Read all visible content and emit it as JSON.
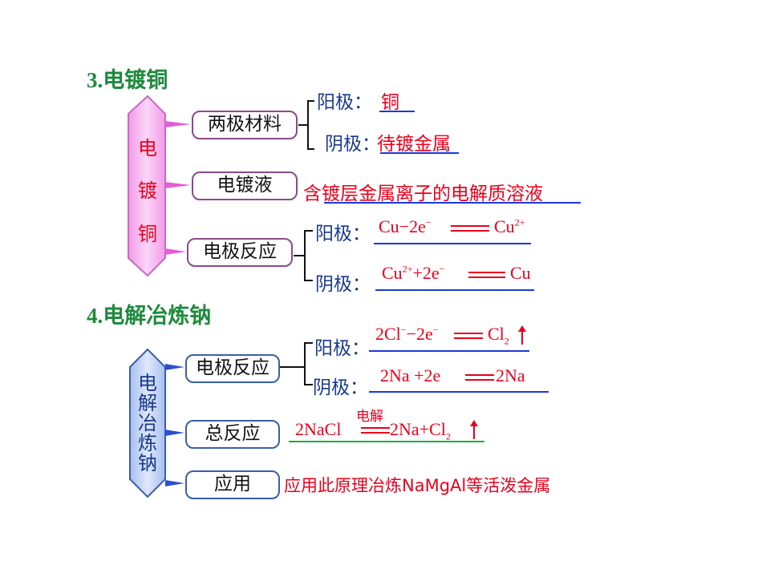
{
  "section3": {
    "heading_num": "3.",
    "heading_text": "电镀铜",
    "vertical": [
      "电",
      "镀",
      "铜"
    ],
    "materials": {
      "box": "两极材料",
      "anode_label": "阳极：",
      "anode_value": "铜",
      "cathode_label": "阴极：",
      "cathode_value": "待镀金属"
    },
    "solution": {
      "box": "电镀液",
      "value": "含镀层金属离子的电解质溶液"
    },
    "reaction": {
      "box": "电极反应",
      "anode_label": "阳极：",
      "anode_lhs": "Cu−2e",
      "anode_lhs_sup": "−",
      "anode_rhs": "Cu",
      "anode_rhs_sup": "2+",
      "cathode_label": "阴极：",
      "cathode_lhs": "Cu",
      "cathode_lhs_sup": "2+",
      "cathode_lhs2": "+2e",
      "cathode_lhs2_sup": "−",
      "cathode_rhs": "Cu"
    }
  },
  "section4": {
    "heading_num": "4.",
    "heading_text": "电解冶炼钠",
    "vertical": [
      "电",
      "解",
      "冶",
      "炼",
      "钠"
    ],
    "reaction": {
      "box": "电极反应",
      "anode_label": "阳极：",
      "anode_lhs": "2Cl",
      "anode_lhs_sup": "−",
      "anode_lhs2": "−2e",
      "anode_lhs2_sup": "−",
      "anode_rhs": "Cl",
      "anode_rhs_sub": "2",
      "cathode_label": "阴极：",
      "cathode_lhs": "2Na +2e",
      "cathode_rhs": "2Na"
    },
    "overall": {
      "box": "总反应",
      "condition": "电解",
      "lhs": "2NaCl",
      "rhs": "2Na+Cl",
      "rhs_sub": "2"
    },
    "application": {
      "box": "应用",
      "value": "应用此原理冶炼NaMgAl等活泼金属"
    }
  },
  "colors": {
    "heading": "#1f8a3e",
    "answer": "#e8001c",
    "label": "#1a3a8a",
    "pink_shape": "#f7a8f0",
    "blue_shape": "#b9cdf2",
    "underline_blue": "#1a3ad8",
    "underline_green": "#1faa3e"
  }
}
